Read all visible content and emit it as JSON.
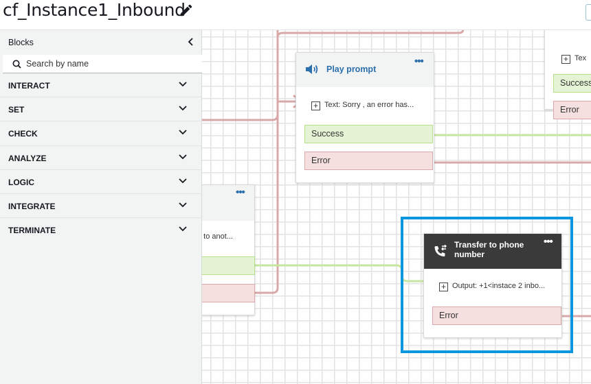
{
  "header": {
    "flow_name": "cf_Instance1_Inbound"
  },
  "sidebar": {
    "title": "Blocks",
    "search_placeholder": "Search by name",
    "categories": [
      {
        "label": "INTERACT"
      },
      {
        "label": "SET"
      },
      {
        "label": "CHECK"
      },
      {
        "label": "ANALYZE"
      },
      {
        "label": "LOGIC"
      },
      {
        "label": "INTEGRATE"
      },
      {
        "label": "TERMINATE"
      }
    ]
  },
  "canvas": {
    "play_prompt": {
      "title": "Play prompt",
      "param": "Text: Sorry , an error has...",
      "success_label": "Success",
      "error_label": "Error",
      "menu": "•••"
    },
    "left_block": {
      "param": "g to anot...",
      "menu": "•••"
    },
    "top_right_block": {
      "param": "Tex",
      "success_label": "Success",
      "error_label": "Error"
    },
    "transfer": {
      "title": "Transfer to phone number",
      "param": "Output: +1<instace 2 inbo...",
      "error_label": "Error",
      "menu": "•••"
    }
  },
  "colors": {
    "success_wire": "#c6e6a0",
    "error_wire": "#d9a8a8",
    "selection": "#0b97e0",
    "accent": "#2b6fad"
  }
}
